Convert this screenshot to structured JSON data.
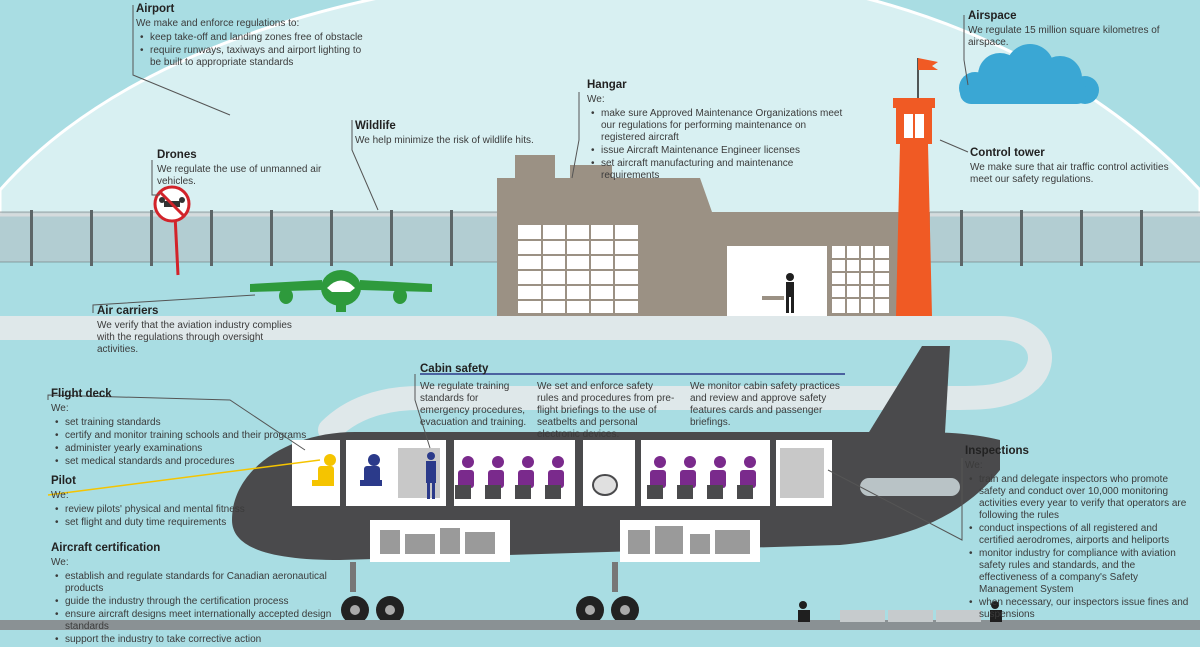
{
  "colors": {
    "sky": "#a9dde3",
    "dome": "#d8f0f2",
    "fuselage": "#4a4a4c",
    "tower": "#f05a24",
    "hangar": "#9b9184",
    "plane_green": "#2e9a3c",
    "passenger": "#7a2a8c",
    "pilot_yellow": "#f5c400",
    "crew_navy": "#2b3a8a",
    "cloud": "#3aa7d4"
  },
  "icons": [
    "no-drone-sign-icon",
    "flag-icon",
    "worker-icon",
    "cloud-icon"
  ],
  "airport": {
    "title": "Airport",
    "intro": "We make and enforce regulations to:",
    "items": [
      "keep take-off and landing zones free of obstacle",
      "require runways, taxiways and airport lighting to be built to appropriate standards"
    ]
  },
  "airspace": {
    "title": "Airspace",
    "text": "We regulate 15 million square kilometres of airspace."
  },
  "hangar": {
    "title": "Hangar",
    "intro": "We:",
    "items": [
      "make sure Approved Maintenance Organizations meet our regulations for performing maintenance on registered aircraft",
      "issue Aircraft Maintenance Engineer licenses",
      "set aircraft manufacturing and maintenance requirements"
    ]
  },
  "wildlife": {
    "title": "Wildlife",
    "text": "We help minimize the risk of wildlife hits."
  },
  "drones": {
    "title": "Drones",
    "text": "We regulate the use of unmanned air vehicles."
  },
  "control_tower": {
    "title": "Control tower",
    "text": "We make sure that air traffic control activities meet our safety regulations."
  },
  "air_carriers": {
    "title": "Air carriers",
    "text": "We verify that the aviation industry complies with the regulations through oversight activities."
  },
  "cabin_safety": {
    "title": "Cabin safety",
    "col1": "We regulate training standards for emergency procedures, evacuation and training.",
    "col2": "We set and enforce safety rules and procedures from pre-flight briefings to the use of seatbelts and personal electronic devices.",
    "col3": "We monitor cabin safety practices and review and approve safety features cards and passenger briefings."
  },
  "flight_deck": {
    "title": "Flight deck",
    "intro": "We:",
    "items": [
      "set training standards",
      "certify and monitor training schools and their programs",
      "administer yearly examinations",
      "set medical standards and procedures"
    ]
  },
  "pilot": {
    "title": "Pilot",
    "intro": "We:",
    "items": [
      "review pilots' physical and mental fitness",
      "set flight and duty time requirements"
    ]
  },
  "aircraft_certification": {
    "title": "Aircraft certification",
    "intro": "We:",
    "items": [
      "establish and regulate standards for Canadian aeronautical products",
      "guide the industry through the certification process",
      "ensure aircraft designs meet internationally accepted design standards",
      "support the industry to take corrective action"
    ]
  },
  "inspections": {
    "title": "Inspections",
    "intro": "We:",
    "items": [
      "train and delegate inspectors who promote safety and conduct over 10,000 monitoring activities every year to verify that operators are following the rules",
      "conduct inspections of all registered and certified aerodromes, airports and heliports",
      "monitor industry for compliance with aviation safety rules and standards, and the effectiveness of a company's Safety Management System",
      "when necessary, our inspectors issue fines and suspensions"
    ]
  }
}
